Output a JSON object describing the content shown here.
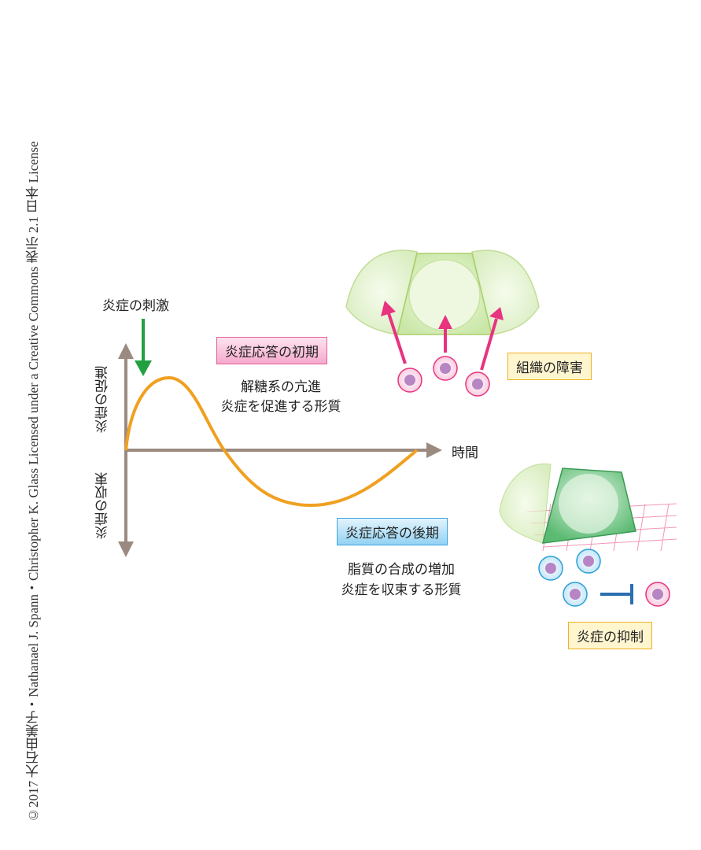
{
  "copyright": "©2017 大石由美子・Nathanael J. Spann・Christopher K. Glass Licensed under a Creative Commons 表示 2.1 日本 License",
  "stimulus_label": "炎症の刺激",
  "axis": {
    "x_label": "時間",
    "y_up_label": "炎症の促進",
    "y_down_label": "炎症の収束"
  },
  "early": {
    "title": "炎症応答の初期",
    "line1": "解糖系の亢進",
    "line2": "炎症を促進する形質"
  },
  "late": {
    "title": "炎症応答の後期",
    "line1": "脂質の合成の増加",
    "line2": "炎症を収束する形質"
  },
  "tissue_damage_label": "組織の障害",
  "inflammation_suppression_label": "炎症の抑制",
  "colors": {
    "curve": "#f0a020",
    "axis": "#9a8a80",
    "stimulus_arrow": "#22a040",
    "pink_arrow": "#e8337f",
    "inhibit": "#2a6fb0"
  }
}
